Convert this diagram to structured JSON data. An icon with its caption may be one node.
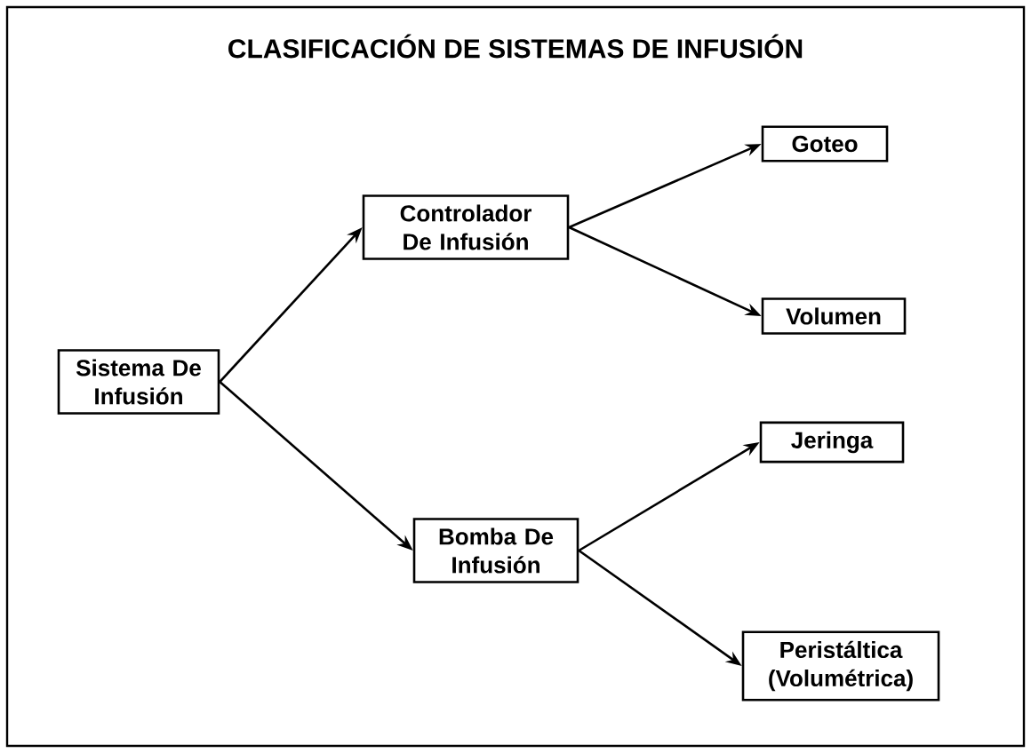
{
  "diagram": {
    "title": "CLASIFICACIÓN DE SISTEMAS DE INFUSIÓN",
    "nodes": [
      {
        "text": [
          "Sistema De Infusión"
        ]
      },
      {
        "text": [
          "Controlador De Infusión"
        ]
      },
      {
        "text": [
          "Bomba De Infusión"
        ]
      },
      {
        "text": [
          "Goteo"
        ]
      },
      {
        "text": [
          "Volumen"
        ]
      },
      {
        "text": [
          "Jeringa"
        ]
      },
      {
        "text": [
          "Peristáltica (Volumétrica)"
        ]
      }
    ],
    "edges": [
      {
        "from": 0,
        "to": 1,
        "arrow": "to"
      },
      {
        "from": 0,
        "to": 2,
        "arrow": "to"
      },
      {
        "from": 1,
        "to": 3,
        "arrow": "to"
      },
      {
        "from": 1,
        "to": 4,
        "arrow": "to"
      },
      {
        "from": 2,
        "to": 5,
        "arrow": "to"
      },
      {
        "from": 2,
        "to": 6,
        "arrow": "to"
      }
    ]
  }
}
